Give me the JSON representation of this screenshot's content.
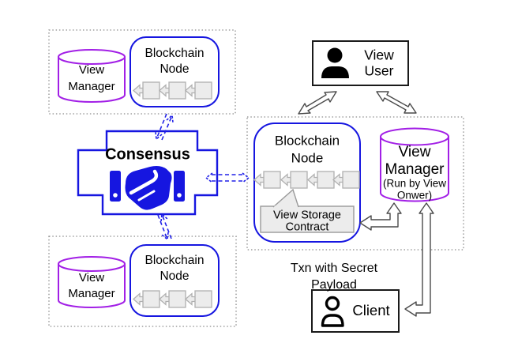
{
  "colors": {
    "node_blue": "#1616e0",
    "cylinder_purple": "#a21fe6",
    "dashed_arrow_blue": "#2020e8",
    "dotted_border_gray": "#8c8c8c",
    "block_fill_gray": "#ececec",
    "box_black": "#1a1a1a",
    "hollow_arrow_outline": "#4a4a4a"
  },
  "icons": {
    "consensus": "handshake-icon",
    "view_user": "person-filled-icon",
    "client": "person-outline-icon",
    "blockchain": "chained-blocks-icon"
  },
  "consensus": {
    "label": "Consensus"
  },
  "top_left_cluster": {
    "view_manager": {
      "line1": "View",
      "line2": "Manager"
    },
    "blockchain_node": {
      "line1": "Blockchain",
      "line2": "Node"
    }
  },
  "bottom_left_cluster": {
    "view_manager": {
      "line1": "View",
      "line2": "Manager"
    },
    "blockchain_node": {
      "line1": "Blockchain",
      "line2": "Node"
    }
  },
  "right_cluster": {
    "blockchain_node": {
      "line1": "Blockchain",
      "line2": "Node"
    },
    "view_storage_contract": {
      "line1": "View Storage",
      "line2": "Contract"
    },
    "view_manager": {
      "line1": "View",
      "line2": "Manager",
      "line3": "(Run by View",
      "line4": "Onwer)"
    }
  },
  "view_user": {
    "line1": "View",
    "line2": "User"
  },
  "client": {
    "label": "Client"
  },
  "txn_label": {
    "line1": "Txn with Secret",
    "line2": "Payload"
  }
}
